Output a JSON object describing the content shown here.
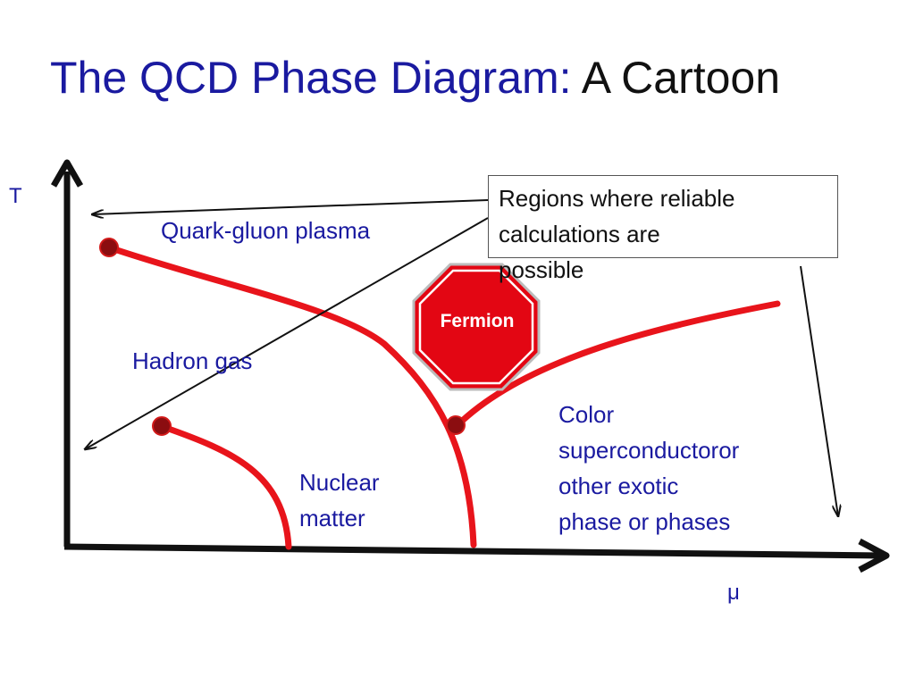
{
  "title": {
    "main": "The QCD Phase Diagram:",
    "sub": "A Cartoon"
  },
  "axes": {
    "y_label": "T",
    "x_label": "μ"
  },
  "regions": {
    "qgp": "Quark-gluon plasma",
    "hadron": "Hadron gas",
    "nuclear": [
      "Nuclear",
      "matter"
    ],
    "color": [
      "Color",
      "superconductoror",
      "other exotic",
      "phase or phases"
    ]
  },
  "callout": {
    "lines": [
      "Regions where reliable",
      "calculations are",
      "possible"
    ]
  },
  "stop_sign": {
    "label": "Fermion"
  },
  "colors": {
    "phase_line": "#e8141b",
    "point": "#8b0d10",
    "text_blue": "#1a1aa0",
    "stop_red": "#e30613"
  }
}
